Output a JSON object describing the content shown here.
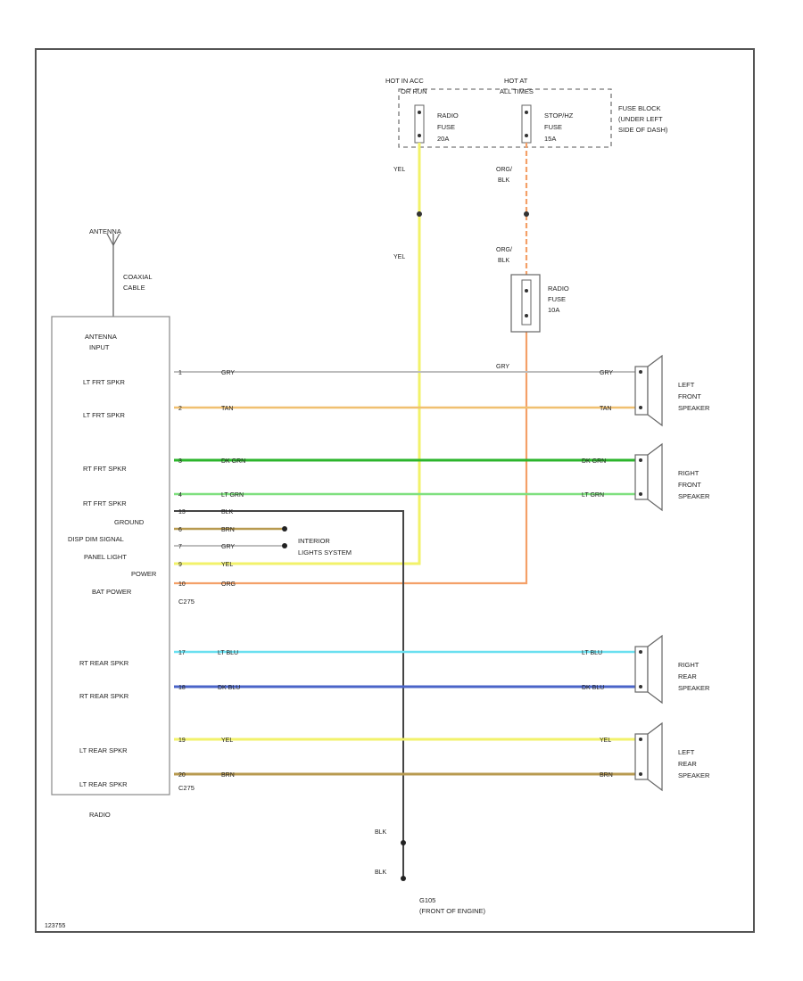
{
  "power": {
    "hot_left_l1": "HOT IN ACC",
    "hot_left_l2": "OR RUN",
    "hot_right_l1": "HOT AT",
    "hot_right_l2": "ALL TIMES",
    "radio_fuse_l1": "RADIO",
    "radio_fuse_l2": "FUSE",
    "radio_fuse_l3": "20A",
    "stop_fuse_l1": "STOP/HZ",
    "stop_fuse_l2": "FUSE",
    "stop_fuse_l3": "15A",
    "fuse_block_l1": "FUSE BLOCK",
    "fuse_block_l2": "(UNDER LEFT",
    "fuse_block_l3": "SIDE OF DASH)",
    "inline_fuse_l1": "RADIO",
    "inline_fuse_l2": "FUSE",
    "inline_fuse_l3": "10A"
  },
  "antenna": {
    "title": "ANTENNA",
    "cable_l1": "COAXIAL",
    "cable_l2": "CABLE"
  },
  "radio": {
    "name": "RADIO",
    "antenna_input_l1": "ANTENNA",
    "antenna_input_l2": "INPUT",
    "connector_top": "C275",
    "connector_bottom": "C275",
    "pins": [
      {
        "label": "LT FRT SPKR",
        "pin": "1"
      },
      {
        "label": "LT FRT SPKR",
        "pin": "2"
      },
      {
        "label": "RT FRT SPKR",
        "pin": "3"
      },
      {
        "label": "RT FRT SPKR",
        "pin": "4"
      },
      {
        "label": "GROUND",
        "pin": "13"
      },
      {
        "label": "DISP DIM SIGNAL",
        "pin": "6"
      },
      {
        "label": "PANEL LIGHT",
        "pin": "7"
      },
      {
        "label": "POWER",
        "pin": "9"
      },
      {
        "label": "BAT POWER",
        "pin": "10"
      },
      {
        "label": "RT REAR SPKR",
        "pin": "17"
      },
      {
        "label": "RT REAR SPKR",
        "pin": "18"
      },
      {
        "label": "LT REAR SPKR",
        "pin": "19"
      },
      {
        "label": "LT REAR SPKR",
        "pin": "20"
      }
    ]
  },
  "wires": {
    "gry": "GRY",
    "tan": "TAN",
    "dk_grn": "DK GRN",
    "lt_grn": "LT GRN",
    "blk": "BLK",
    "brn": "BRN",
    "yel": "YEL",
    "org": "ORG",
    "org_blk_l1": "ORG/",
    "org_blk_l2": "BLK",
    "lt_blu": "LT BLU",
    "dk_blu": "DK BLU"
  },
  "interior_lights_l1": "INTERIOR",
  "interior_lights_l2": "LIGHTS SYSTEM",
  "speakers": {
    "left_front_l1": "LEFT",
    "left_front_l2": "FRONT",
    "left_front_l3": "SPEAKER",
    "right_front_l1": "RIGHT",
    "right_front_l2": "FRONT",
    "right_front_l3": "SPEAKER",
    "right_rear_l1": "RIGHT",
    "right_rear_l2": "REAR",
    "right_rear_l3": "SPEAKER",
    "left_rear_l1": "LEFT",
    "left_rear_l2": "REAR",
    "left_rear_l3": "SPEAKER"
  },
  "ground": {
    "id": "G105",
    "location": "(FRONT OF ENGINE)"
  },
  "footer_code": "123755",
  "colors": {
    "gry": "#bdbdbd",
    "tan": "#f0c070",
    "dk_grn": "#2cb52c",
    "lt_grn": "#7fe07f",
    "blk": "#444444",
    "brn": "#b89a50",
    "yel": "#f2f26a",
    "org": "#f4a068",
    "lt_blu": "#6ae0f0",
    "dk_blu": "#4a64c8",
    "outline": "#555555"
  }
}
